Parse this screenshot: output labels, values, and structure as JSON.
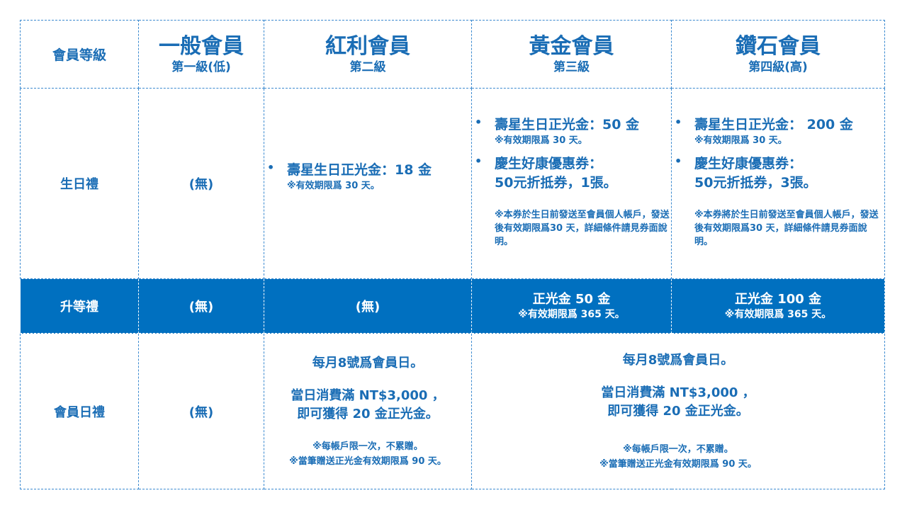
{
  "header": {
    "label": "會員等級",
    "levels": [
      {
        "name": "一般會員",
        "sub": "第一級(低)"
      },
      {
        "name": "紅利會員",
        "sub": "第二級"
      },
      {
        "name": "黃金會員",
        "sub": "第三級"
      },
      {
        "name": "鑽石會員",
        "sub": "第四級(高)"
      }
    ]
  },
  "birthday": {
    "label": "生日禮",
    "none": "(無)",
    "bullet": "•",
    "bonus": {
      "title": "壽星生日正光金：18 金",
      "note": "※有效期限爲 30 天。"
    },
    "gold": {
      "title": "壽星生日正光金：50 金",
      "note": "※有效期限爲 30 天。",
      "coupon1": "慶生好康優惠券：",
      "coupon2": "50元折抵券，1張。",
      "fine": "※本券於生日前發送至會員個人帳戶，發送後有效期限爲30 天，詳細條件請見券面說明。"
    },
    "diamond": {
      "title": "壽星生日正光金： 200 金",
      "note": "※有效期限爲 30 天。",
      "coupon1": "慶生好康優惠券：",
      "coupon2": "50元折抵券，3張。",
      "fine": "※本券將於生日前發送至會員個人帳戶，發送後有效期限爲30 天，詳細條件請見券面說明。"
    }
  },
  "upgrade": {
    "label": "升等禮",
    "none1": "(無)",
    "none2": "(無)",
    "gold": {
      "title": "正光金 50 金",
      "note": "※有效期限爲 365 天。"
    },
    "diamond": {
      "title": "正光金 100 金",
      "note": "※有效期限爲 365 天。"
    }
  },
  "member_day": {
    "label": "會員日禮",
    "none": "(無)",
    "line1": "每月8號爲會員日。",
    "line2": "當日消費滿 NT$3,000 ，",
    "line3": "即可獲得 20 金正光金。",
    "note1": "※每帳戶限一次，不累贈。",
    "note2": "※當筆贈送正光金有效期限爲 90 天。"
  }
}
